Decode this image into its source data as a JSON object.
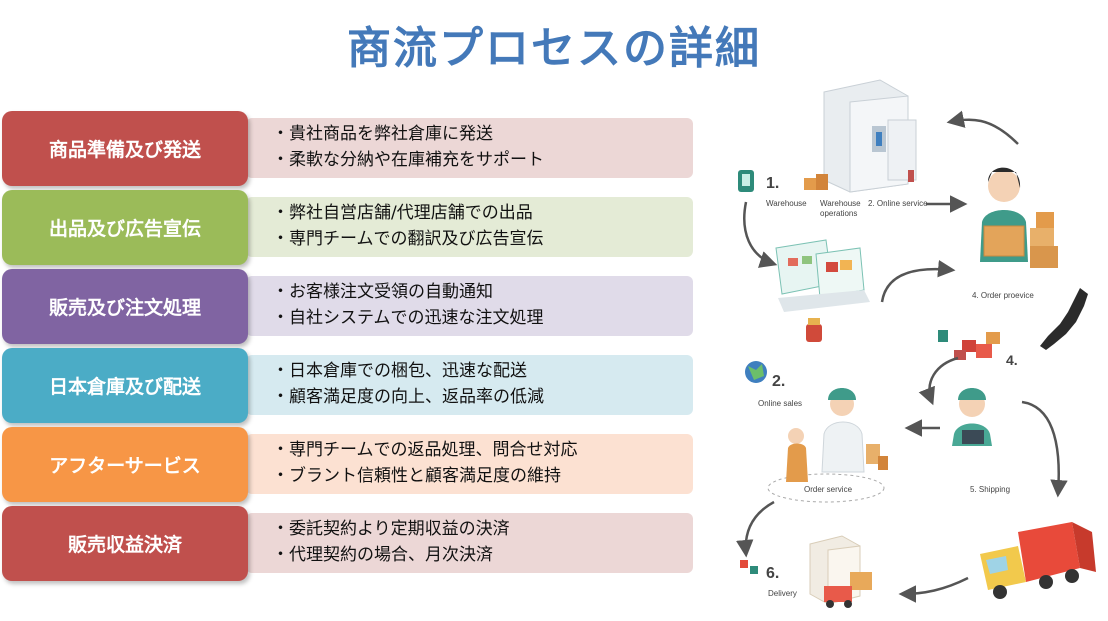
{
  "title": "商流プロセスの詳細",
  "colors": {
    "title": "#4479b9",
    "arrow": "#555555"
  },
  "steps": [
    {
      "label": "商品準備及び発送",
      "color": "#c0504d",
      "bg": "#ecd7d6",
      "lines": [
        "・貴社商品を弊社倉庫に発送",
        "・柔軟な分納や在庫補充をサポート"
      ]
    },
    {
      "label": "出品及び広告宣伝",
      "color": "#9bbb59",
      "bg": "#e4ebd6",
      "lines": [
        "・弊社自営店舗/代理店舗での出品",
        "・専門チームでの翻訳及び広告宣伝"
      ]
    },
    {
      "label": "販売及び注文処理",
      "color": "#8064a2",
      "bg": "#e0dbe9",
      "lines": [
        "・お客様注文受領の自動通知",
        "・自社システムでの迅速な注文処理"
      ]
    },
    {
      "label": "日本倉庫及び配送",
      "color": "#4bacc6",
      "bg": "#d6eaf0",
      "lines": [
        "・日本倉庫での梱包、迅速な配送",
        "・顧客満足度の向上、返品率の低減"
      ]
    },
    {
      "label": "アフターサービス",
      "color": "#f79646",
      "bg": "#fce1d2",
      "lines": [
        "・専門チームでの返品処理、問合せ対応",
        "・ブラント信頼性と顧客満足度の維持"
      ]
    },
    {
      "label": "販売収益決済",
      "color": "#c0504d",
      "bg": "#ecd7d6",
      "lines": [
        "・委託契約より定期収益の決済",
        "・代理契約の場合、月次決済"
      ]
    }
  ],
  "illustration": {
    "labels": {
      "warehouse_num": "1.",
      "warehouse": "Warehouse",
      "warehouse_ops_1": "Warehouse",
      "warehouse_ops_2": "operations",
      "online_service": "2. Online service",
      "order_province": "4. Order proevice",
      "num_4": "4.",
      "online_sales_num": "2.",
      "online_sales": "Online sales",
      "order_service": "Order service",
      "shipping": "5. Shipping",
      "delivery_num": "6.",
      "delivery": "Delivery"
    }
  }
}
